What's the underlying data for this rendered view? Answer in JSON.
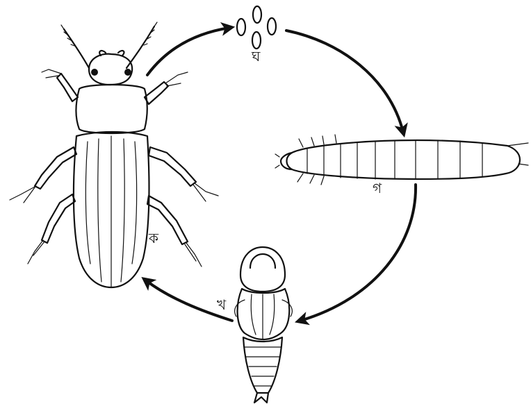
{
  "diagram": {
    "labels": {
      "adult": "ক",
      "pupa": "খ",
      "larva": "গ",
      "eggs": "ঘ"
    }
  }
}
